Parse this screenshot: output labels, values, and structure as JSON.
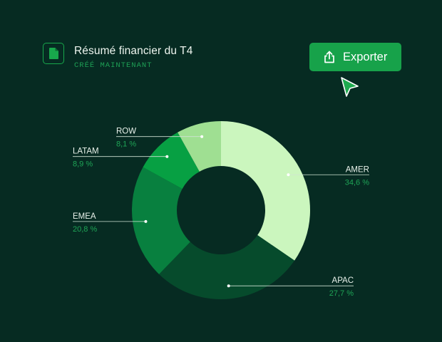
{
  "header": {
    "title": "Résumé financier du T4",
    "subtitle": "CRÉÉ MAINTENANT",
    "doc_icon": "document-icon"
  },
  "toolbar": {
    "export_label": "Exporter",
    "export_icon": "share-upload-icon",
    "cursor_icon": "pointer-cursor-icon"
  },
  "colors": {
    "background": "#062b22",
    "accent": "#17a24a"
  },
  "chart_data": {
    "type": "pie",
    "style": "donut",
    "categories": [
      "AMER",
      "APAC",
      "EMEA",
      "LATAM",
      "ROW"
    ],
    "values": [
      34.6,
      27.7,
      20.8,
      8.9,
      8.1
    ],
    "labels": [
      "34,6 %",
      "27,7 %",
      "20,8 %",
      "8,9 %",
      "8,1 %"
    ],
    "colors": [
      "#cbf6be",
      "#064b2c",
      "#08803f",
      "#07a043",
      "#9fdf92"
    ]
  }
}
